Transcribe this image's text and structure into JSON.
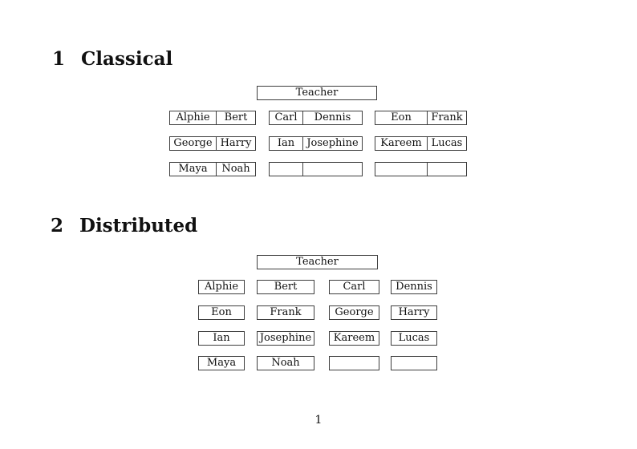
{
  "document": {
    "page_number": "1",
    "sections": [
      {
        "number": "1",
        "title": "Classical"
      },
      {
        "number": "2",
        "title": "Distributed"
      }
    ]
  },
  "classical": {
    "teacher": "Teacher",
    "rows": [
      [
        {
          "l": "Alphie",
          "r": "Bert"
        },
        {
          "l": "Carl",
          "r": "Dennis"
        },
        {
          "l": "Eon",
          "r": "Frank"
        }
      ],
      [
        {
          "l": "George",
          "r": "Harry"
        },
        {
          "l": "Ian",
          "r": "Josephine"
        },
        {
          "l": "Kareem",
          "r": "Lucas"
        }
      ],
      [
        {
          "l": "Maya",
          "r": "Noah"
        },
        {
          "l": "",
          "r": ""
        },
        {
          "l": "",
          "r": ""
        }
      ]
    ]
  },
  "distributed": {
    "teacher": "Teacher",
    "rows": [
      [
        "Alphie",
        "Bert",
        "Carl",
        "Dennis"
      ],
      [
        "Eon",
        "Frank",
        "George",
        "Harry"
      ],
      [
        "Ian",
        "Josephine",
        "Kareem",
        "Lucas"
      ],
      [
        "Maya",
        "Noah",
        "",
        ""
      ]
    ]
  }
}
